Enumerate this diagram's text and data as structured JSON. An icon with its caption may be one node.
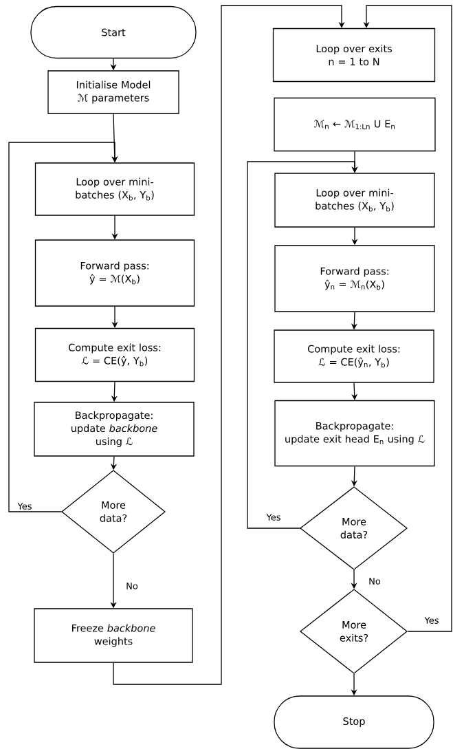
{
  "diagram": {
    "nodes": [
      {
        "text": [
          "Start"
        ]
      },
      {
        "text": [
          "Initialise Model ℳ parameters"
        ]
      },
      {
        "text": [
          "Loop over mini-batches (X$_{b}$, Y$_{b}$)"
        ]
      },
      {
        "text": [
          "Forward pass:",
          "ŷ = ℳ(X$_{b}$)"
        ]
      },
      {
        "text": [
          "Compute exit loss:",
          "ℒ = CE(ŷ, Y$_{b}$)"
        ]
      },
      {
        "text": [
          "Backpropagate:",
          "update *backbone* using ℒ"
        ]
      },
      {
        "text": [
          "More data?"
        ]
      },
      {
        "text": [
          "Freeze *backbone* weights"
        ]
      },
      {
        "text": [
          "Loop over exits n = 1 to N"
        ]
      },
      {
        "text": [
          "ℳ$_{n}$ ← ℳ$_{1:Ln}$ U E$_{n}$"
        ]
      },
      {
        "text": [
          "Loop over mini-batches (X$_{b}$, Y$_{b}$)"
        ]
      },
      {
        "text": [
          "Forward pass:",
          "ŷ$_{n}$ = ℳ$_{n}$(X$_{b}$)"
        ]
      },
      {
        "text": [
          "Compute exit loss:",
          "ℒ = CE(ŷ$_{n}$, Y$_{b}$)"
        ]
      },
      {
        "text": [
          "Backpropagate:",
          "update exit head E$_{n}$ using ℒ"
        ]
      },
      {
        "text": [
          "More data?"
        ]
      },
      {
        "text": [
          "More exits?"
        ]
      },
      {
        "text": [
          "Stop"
        ]
      }
    ],
    "edges": [
      {
        "from": 0,
        "to": 1,
        "arrow": "to"
      },
      {
        "from": 1,
        "to": 2,
        "arrow": "to"
      },
      {
        "from": 2,
        "to": 3,
        "arrow": "to"
      },
      {
        "from": 3,
        "to": 4,
        "arrow": "to"
      },
      {
        "from": 4,
        "to": 5,
        "arrow": "to"
      },
      {
        "from": 5,
        "to": 6,
        "arrow": "to"
      },
      {
        "from": 6,
        "to": 2,
        "arrow": "to",
        "label": "Yes"
      },
      {
        "from": 6,
        "to": 7,
        "arrow": "to",
        "label": "No"
      },
      {
        "from": 7,
        "to": 8,
        "arrow": "to"
      },
      {
        "from": 9,
        "to": 10,
        "arrow": "to"
      },
      {
        "from": 10,
        "to": 11,
        "arrow": "to"
      },
      {
        "from": 11,
        "to": 12,
        "arrow": "to"
      },
      {
        "from": 12,
        "to": 13,
        "arrow": "to"
      },
      {
        "from": 13,
        "to": 14,
        "arrow": "to"
      },
      {
        "from": 14,
        "to": 10,
        "arrow": "to",
        "label": "Yes"
      },
      {
        "from": 14,
        "to": 15,
        "arrow": "to",
        "label": "No"
      },
      {
        "from": 15,
        "to": 8,
        "arrow": "to",
        "label": "Yes"
      },
      {
        "from": 15,
        "to": 16,
        "arrow": "to"
      }
    ]
  }
}
